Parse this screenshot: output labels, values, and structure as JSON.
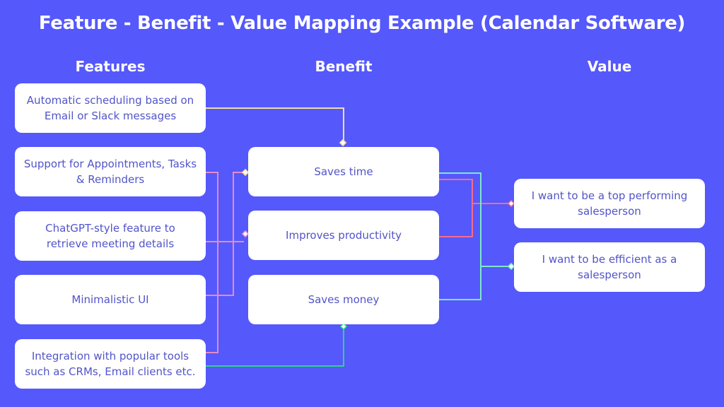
{
  "title": "Feature - Benefit - Value Mapping Example (Calendar Software)",
  "headers": {
    "features": "Features",
    "benefit": "Benefit",
    "value": "Value"
  },
  "features": [
    {
      "label": "Automatic scheduling based on Email or Slack messages"
    },
    {
      "label": "Support for Appointments, Tasks & Reminders"
    },
    {
      "label": "ChatGPT-style feature to retrieve meeting details"
    },
    {
      "label": "Minimalistic UI"
    },
    {
      "label": "Integration with popular tools such as CRMs, Email clients etc."
    }
  ],
  "benefits": [
    {
      "label": "Saves time"
    },
    {
      "label": "Improves productivity"
    },
    {
      "label": "Saves money"
    }
  ],
  "values": [
    {
      "label": "I want to be a top performing salesperson"
    },
    {
      "label": "I want to be efficient as a salesperson"
    }
  ],
  "colors": {
    "background": "#5558fb",
    "box": "#ffffff",
    "box_text": "#5254c8",
    "connector_yellow": "#f2de9c",
    "connector_pink": "#e58ac9",
    "connector_rose": "#f56c8a",
    "connector_mint": "#7de8c8",
    "connector_green": "#2ed48a"
  }
}
